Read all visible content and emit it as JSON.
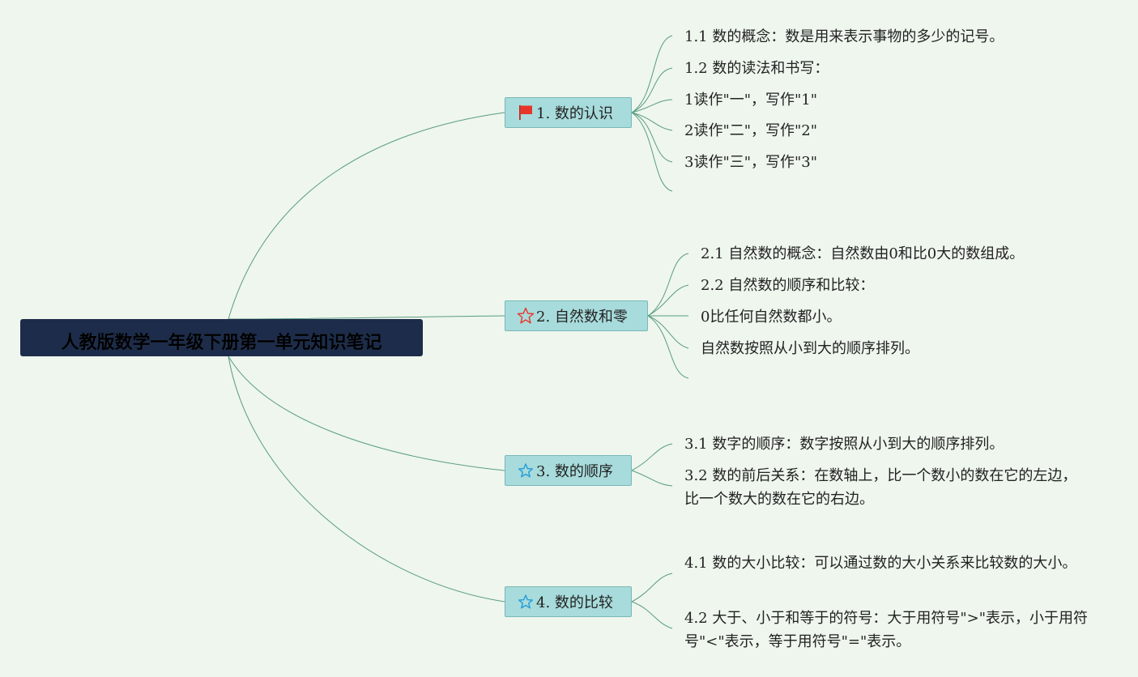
{
  "root": {
    "title": "人教版数学一年级下册第一单元知识笔记"
  },
  "branches": [
    {
      "label": "1. 数的认识",
      "icon": "red-flag-icon",
      "items": [
        "1.1 数的概念：数是用来表示事物的多少的记号。",
        "1.2 数的读法和书写：",
        "1读作\"一\"，写作\"1\"",
        "2读作\"二\"，写作\"2\"",
        "3读作\"三\"，写作\"3\""
      ]
    },
    {
      "label": "2. 自然数和零",
      "icon": "red-star-outline-icon",
      "items": [
        "2.1 自然数的概念：自然数由0和比0大的数组成。",
        "2.2 自然数的顺序和比较：",
        "0比任何自然数都小。",
        "自然数按照从小到大的顺序排列。"
      ]
    },
    {
      "label": "3. 数的顺序",
      "icon": "blue-star-outline-icon",
      "items": [
        "3.1 数字的顺序：数字按照从小到大的顺序排列。",
        "3.2 数的前后关系：在数轴上，比一个数小的数在它的左边，比一个数大的数在它的右边。"
      ]
    },
    {
      "label": "4. 数的比较",
      "icon": "blue-star-outline-icon",
      "items": [
        "4.1 数的大小比较：可以通过数的大小关系来比较数的大小。",
        "4.2 大于、小于和等于的符号：大于用符号\">\"表示，小于用符号\"<\"表示，等于用符号\"=\"表示。"
      ]
    }
  ],
  "colors": {
    "background": "#eef6ed",
    "root_fill": "#1c2c4a",
    "branch_fill": "#a8dbdb",
    "connector": "#5a9c82",
    "flag_red": "#e8352a",
    "star_red": "#e8352a",
    "star_blue": "#2a9fd8"
  }
}
